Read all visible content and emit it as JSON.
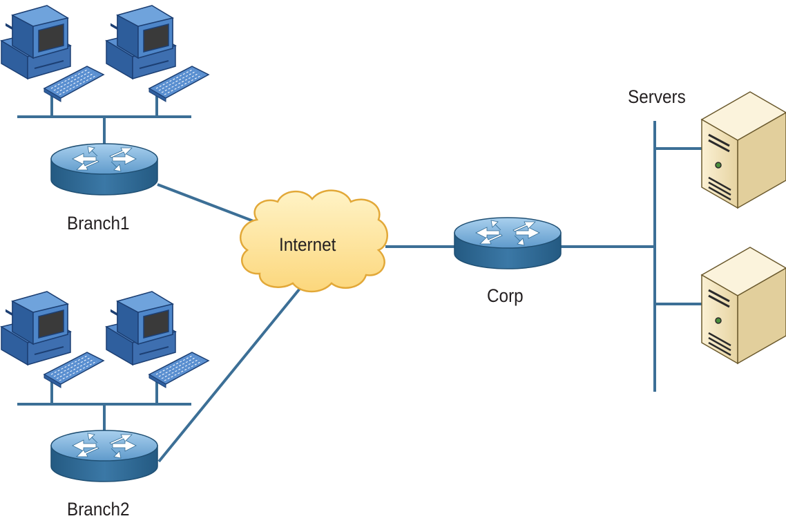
{
  "diagram": {
    "labels": {
      "branch1": "Branch1",
      "branch2": "Branch2",
      "internet": "Internet",
      "corp": "Corp",
      "servers": "Servers"
    },
    "nodes": [
      {
        "id": "branch1-pc-1",
        "type": "workstation",
        "icon": "computer-icon",
        "site": "Branch1"
      },
      {
        "id": "branch1-pc-2",
        "type": "workstation",
        "icon": "computer-icon",
        "site": "Branch1"
      },
      {
        "id": "branch2-pc-1",
        "type": "workstation",
        "icon": "computer-icon",
        "site": "Branch2"
      },
      {
        "id": "branch2-pc-2",
        "type": "workstation",
        "icon": "computer-icon",
        "site": "Branch2"
      },
      {
        "id": "branch1-router",
        "type": "router",
        "icon": "router-icon",
        "label": "Branch1"
      },
      {
        "id": "branch2-router",
        "type": "router",
        "icon": "router-icon",
        "label": "Branch2"
      },
      {
        "id": "corp-router",
        "type": "router",
        "icon": "router-icon",
        "label": "Corp"
      },
      {
        "id": "internet-cloud",
        "type": "cloud",
        "icon": "cloud-icon",
        "label": "Internet"
      },
      {
        "id": "server-1",
        "type": "server",
        "icon": "server-icon",
        "group": "Servers"
      },
      {
        "id": "server-2",
        "type": "server",
        "icon": "server-icon",
        "group": "Servers"
      }
    ],
    "links": [
      {
        "from": "branch1-router",
        "to": "internet-cloud"
      },
      {
        "from": "branch2-router",
        "to": "internet-cloud"
      },
      {
        "from": "internet-cloud",
        "to": "corp-router"
      },
      {
        "from": "corp-router",
        "to": "servers-bus"
      }
    ],
    "colors": {
      "link": "#3c6f96",
      "router_top": "#7fb2dc",
      "router_side": "#2f6a95",
      "cloud_fill": "#fde6a1",
      "cloud_stroke": "#e2a838",
      "computer_body": "#3e6fb0",
      "server_body": "#efdfb6",
      "label_text": "#231f20"
    }
  }
}
